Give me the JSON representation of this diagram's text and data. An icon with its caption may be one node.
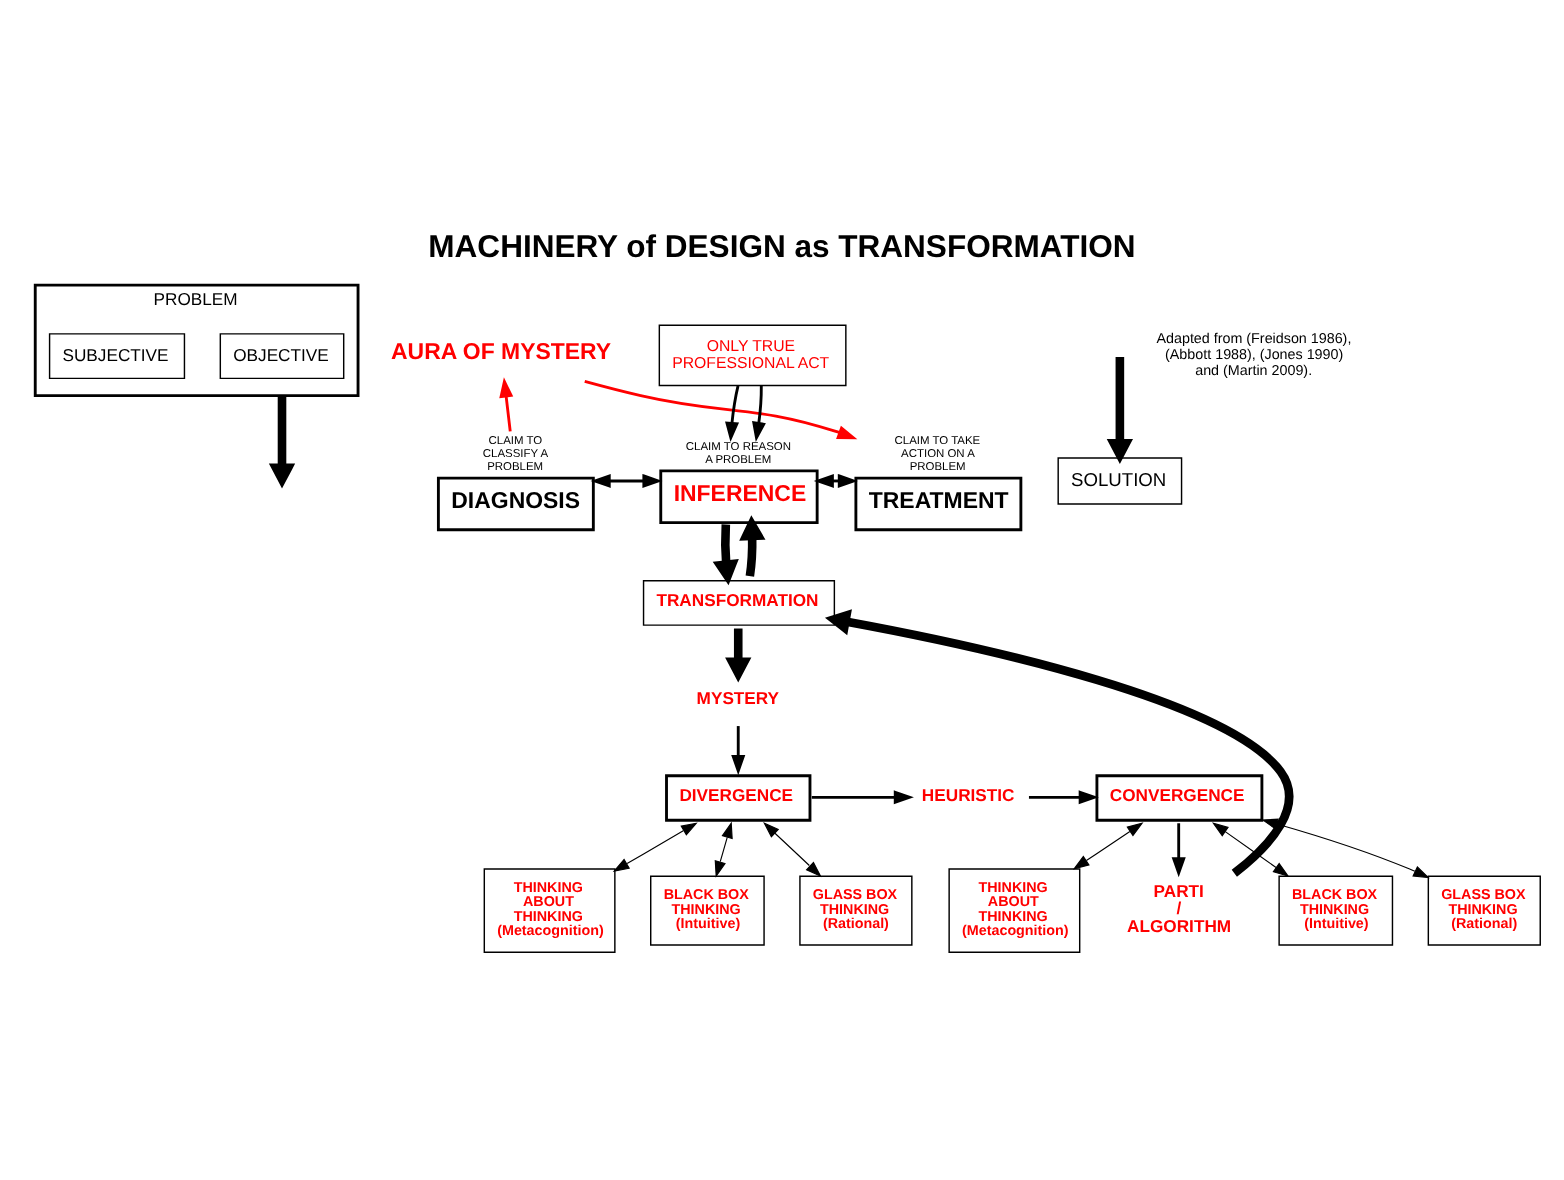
{
  "diagram": {
    "title": "MACHINERY of DESIGN as TRANSFORMATION",
    "nodes": [
      {
        "text": [
          "PROBLEM"
        ]
      },
      {
        "text": [
          "OBJECTIVE"
        ],
        "in": 0
      },
      {
        "text": [
          "SUBJECTIVE"
        ],
        "in": 0
      },
      {
        "text": [
          "AURA OF MYSTERY"
        ]
      },
      {
        "text": [
          "ONLY TRUE PROFESSIONAL ACT"
        ]
      },
      {
        "text": [
          "SOLUTION"
        ]
      },
      {
        "text": [
          "DIAGNOSIS"
        ],
        "beside": [
          "CLAIM TO CLASSIFY A PROBLEM"
        ]
      },
      {
        "text": [
          "INFERENCE"
        ],
        "beside": [
          "CLAIM TO REASON A PROBLEM"
        ]
      },
      {
        "text": [
          "TREATMENT"
        ],
        "beside": [
          "CLAIM TO TAKE ACTION ON A PROBLEM"
        ]
      },
      {
        "text": [
          "TRANSFORMATION"
        ]
      },
      {
        "text": [
          "MYSTERY"
        ]
      },
      {
        "text": [
          "DIVERGENCE"
        ]
      },
      {
        "text": [
          "HEURISTIC"
        ]
      },
      {
        "text": [
          "CONVERGENCE"
        ]
      },
      {
        "text": [
          "PARTI / ALGORITHM"
        ]
      },
      {
        "text": [
          "BLACK BOX THINKING (Intuitive)"
        ]
      },
      {
        "text": [
          "GLASS BOX THINKING (Rational)"
        ]
      },
      {
        "text": [
          "THINKING ABOUT THINKING (Metacognition)"
        ]
      },
      {
        "text": [
          "BLACK BOX THINKING (Intuitive)"
        ]
      },
      {
        "text": [
          "GLASS BOX THINKING (Rational)"
        ]
      },
      {
        "text": [
          "THINKING ABOUT THINKING (Metacognition)"
        ]
      }
    ],
    "edges": [
      {
        "from": 0,
        "to": null,
        "arrow": "to",
        "style": "thick"
      },
      {
        "from": null,
        "to": 5,
        "arrow": "to",
        "style": "thick"
      },
      {
        "from": 6,
        "to": 3,
        "arrow": "to",
        "color": "#ff0000"
      },
      {
        "from": 3,
        "to": 8,
        "arrow": "to",
        "color": "#ff0000"
      },
      {
        "from": 4,
        "to": 7,
        "arrow": "to"
      },
      {
        "from": 4,
        "to": 7,
        "arrow": "to"
      },
      {
        "from": 6,
        "to": 7,
        "arrow": "both"
      },
      {
        "from": 7,
        "to": 8,
        "arrow": "both"
      },
      {
        "from": 7,
        "to": 9,
        "arrow": "to",
        "style": "thick"
      },
      {
        "from": 9,
        "to": 7,
        "arrow": "to",
        "style": "thick"
      },
      {
        "from": 9,
        "to": 10,
        "arrow": "to",
        "style": "thick"
      },
      {
        "from": 10,
        "to": 11,
        "arrow": "to"
      },
      {
        "from": 11,
        "to": 12,
        "arrow": "to"
      },
      {
        "from": 12,
        "to": 13,
        "arrow": "to"
      },
      {
        "from": 13,
        "to": 14,
        "arrow": "to"
      },
      {
        "from": 14,
        "to": 9,
        "arrow": "to",
        "style": "thick"
      },
      {
        "from": 11,
        "to": 15,
        "arrow": "both"
      },
      {
        "from": 11,
        "to": 16,
        "arrow": "both"
      },
      {
        "from": 11,
        "to": 17,
        "arrow": "both"
      },
      {
        "from": 13,
        "to": 18,
        "arrow": "both"
      },
      {
        "from": 13,
        "to": 19,
        "arrow": "both"
      },
      {
        "from": 13,
        "to": 20,
        "arrow": "both"
      }
    ],
    "labels": [
      "Adapted from (Freidson 1986), (Abbott 1988), (Jones 1990) and (Martin 2009)."
    ]
  }
}
